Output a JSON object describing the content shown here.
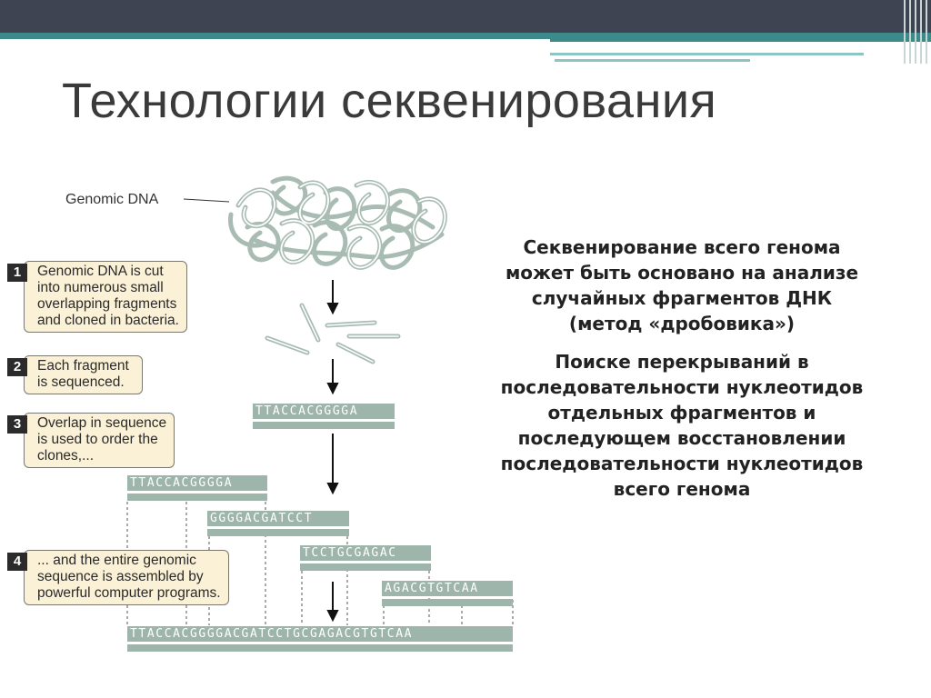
{
  "slide": {
    "title": "Технологии секвенирования",
    "colors": {
      "top_band": "#3e4452",
      "teal_band": "#3d8a8a",
      "sequence_bar": "#9db5aa",
      "step_box": "#fbf1d6"
    }
  },
  "diagram": {
    "genomic_label": "Genomic DNA",
    "steps": [
      {
        "num": "1",
        "lines": [
          "Genomic DNA is cut",
          "into numerous small",
          "overlapping fragments",
          "and cloned in bacteria."
        ]
      },
      {
        "num": "2",
        "lines": [
          "Each fragment",
          "is sequenced."
        ]
      },
      {
        "num": "3",
        "lines": [
          "Overlap in sequence",
          "is used to order the",
          "clones,..."
        ]
      },
      {
        "num": "4",
        "lines": [
          "... and the entire genomic",
          "sequence is assembled by",
          "powerful computer programs."
        ]
      }
    ],
    "sequences": {
      "first": "TTACCACGGGGA",
      "overlap_1": "TTACCACGGGGA",
      "overlap_2": "GGGGACGATCCT",
      "overlap_3": "TCCTGCGAGAC",
      "overlap_4": "AGACGTGTCAA",
      "assembled": "TTACCACGGGGACGATCCTGCGAGACGTGTCAA"
    }
  },
  "text": {
    "para1": [
      "Секвенирование всего генома",
      "может быть основано на анализе",
      "случайных фрагментов ДНК",
      "(метод «дробовика»)"
    ],
    "para2": [
      "Поиске перекрываний в",
      "последовательности нуклеотидов",
      "отдельных фрагментов и",
      "последующем восстановлении",
      "последовательности нуклеотидов",
      "всего генома"
    ]
  }
}
